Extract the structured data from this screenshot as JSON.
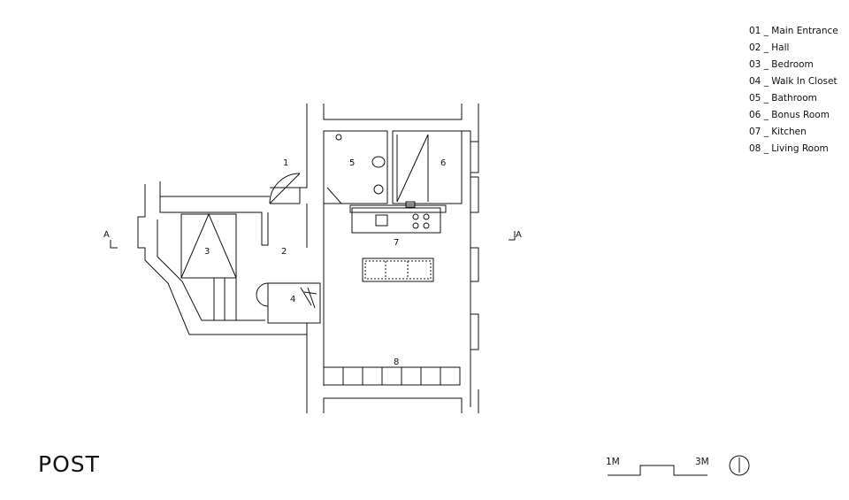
{
  "legend": [
    "01 _ Main Entrance",
    "02 _ Hall",
    "03 _ Bedroom",
    "04 _ Walk In Closet",
    "05 _ Bathroom",
    "06 _ Bonus Room",
    "07 _ Kitchen",
    "08 _ Living Room"
  ],
  "rooms": [
    "1",
    "2",
    "3",
    "4",
    "5",
    "6",
    "7",
    "8"
  ],
  "section_marker": "A",
  "title": "POST",
  "scale": {
    "start": "1M",
    "end": "3M"
  }
}
